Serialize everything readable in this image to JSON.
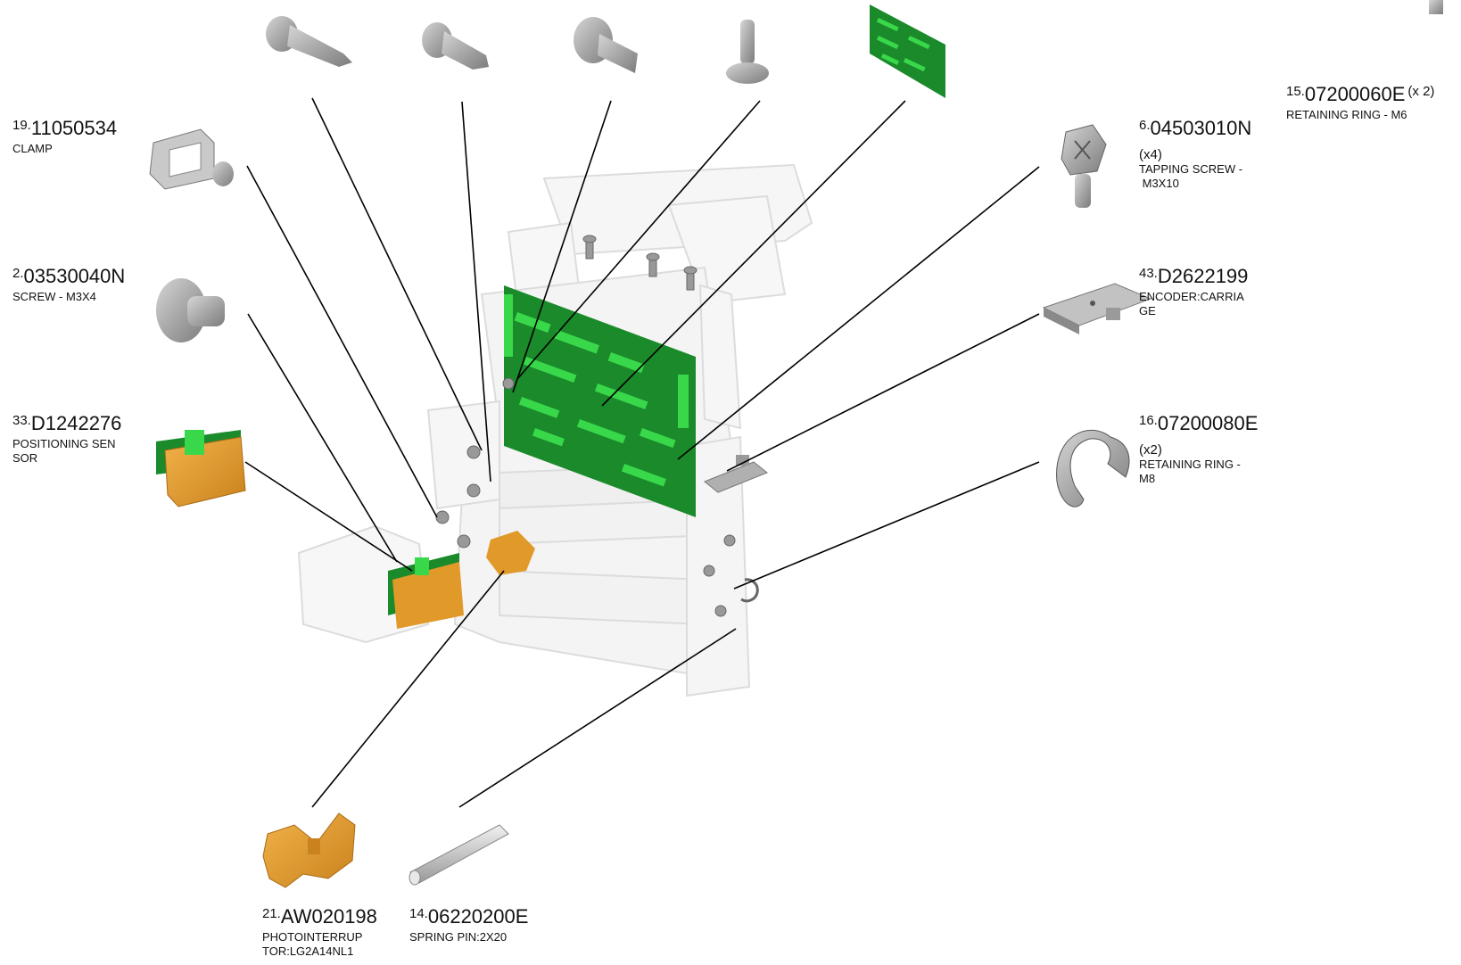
{
  "callouts": {
    "c19": {
      "num": "19.",
      "part": "11050534",
      "desc": "CLAMP"
    },
    "c2": {
      "num": "2.",
      "part": "03530040N",
      "desc": "SCREW - M3X4"
    },
    "c33": {
      "num": "33.",
      "part": "D1242276",
      "desc1": "POSITIONING SEN",
      "desc2": "SOR"
    },
    "c15": {
      "num": "15.",
      "part": "07200060E",
      "qty": "(x 2)",
      "desc": "RETAINING RING - M6"
    },
    "c6": {
      "num": "6.",
      "part": "04503010N",
      "qty": "(x4)",
      "desc1": "TAPPING SCREW -",
      "desc2": " M3X10"
    },
    "c43": {
      "num": "43.",
      "part": "D2622199",
      "desc1": "ENCODER:CARRIA",
      "desc2": "GE"
    },
    "c16": {
      "num": "16.",
      "part": "07200080E",
      "qty": "(x2)",
      "desc1": "RETAINING RING -",
      "desc2": "M8"
    },
    "c21": {
      "num": "21.",
      "part": "AW020198",
      "desc1": "PHOTOINTERRUP",
      "desc2": "TOR:LG2A14NL1"
    },
    "c14": {
      "num": "14.",
      "part": "06220200E",
      "desc": "SPRING PIN:2X20"
    }
  },
  "colors": {
    "pcb": "#1a8a2a",
    "pcb_component": "#39d84a",
    "sensor_body": "#e19a2a",
    "metal": "#a9a9a9",
    "frame_ghost": "#ececec",
    "leader": "#000000"
  }
}
